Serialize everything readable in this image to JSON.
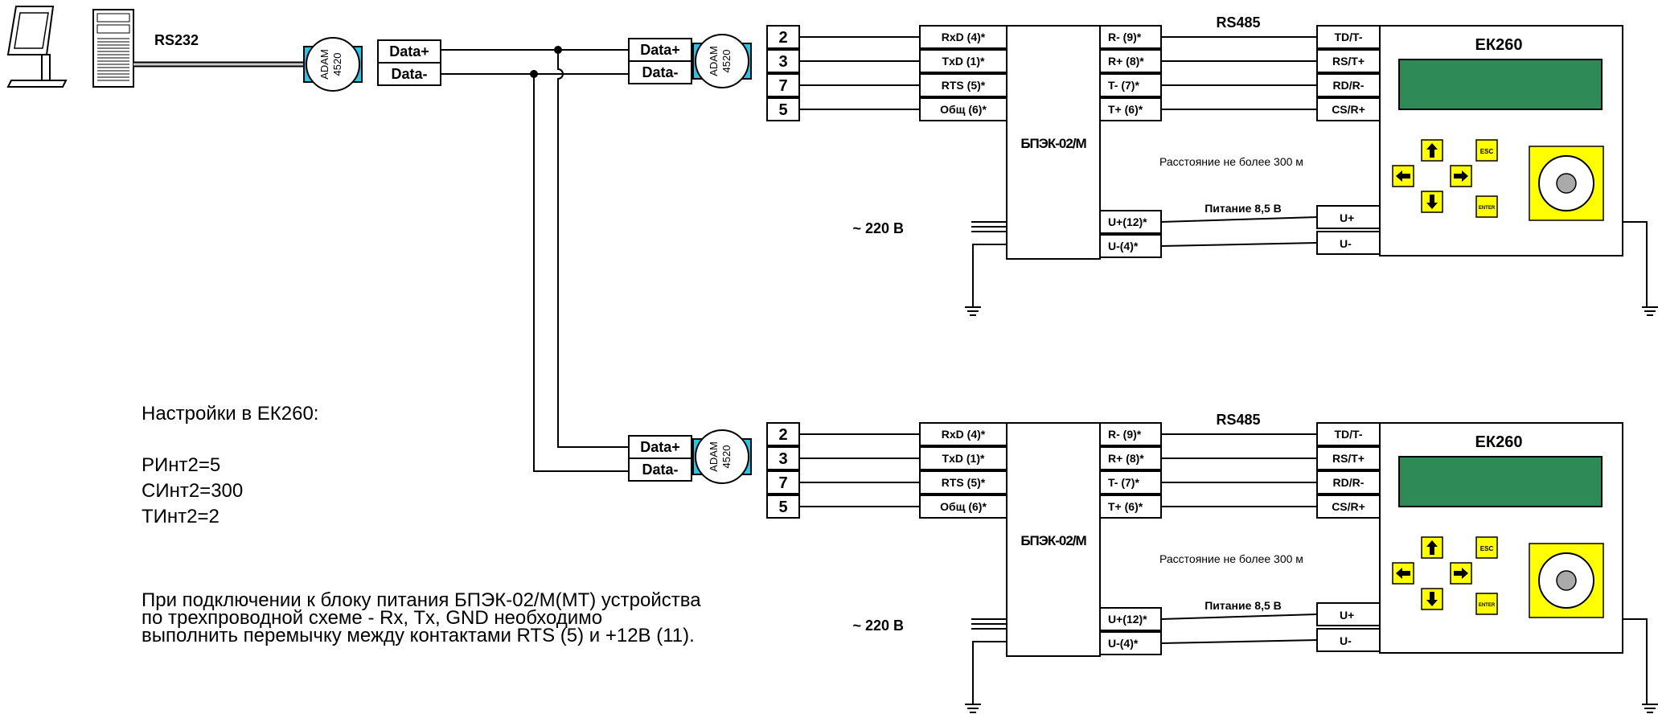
{
  "pc": {
    "label": "RS232"
  },
  "adam": {
    "line1": "ADAM",
    "line2": "4520",
    "data_plus": "Data+",
    "data_minus": "Data-"
  },
  "terminals": [
    "2",
    "3",
    "7",
    "5"
  ],
  "bpek": {
    "name": "БПЭК-02/М",
    "left_pins": [
      "RxD (4)*",
      "TxD (1)*",
      "RTS (5)*",
      "Общ (6)*"
    ],
    "right_pins": [
      "R- (9)*",
      "R+ (8)*",
      "T- (7)*",
      "T+ (6)*"
    ],
    "power_pins": [
      "U+(12)*",
      "U-(4)*"
    ],
    "supply": "~ 220 В"
  },
  "link": {
    "bus": "RS485",
    "distance": "Расстояние не более 300 м",
    "power": "Питание 8,5 В"
  },
  "ek260": {
    "name": "ЕК260",
    "pins": [
      "TD/T-",
      "RS/T+",
      "RD/R-",
      "CS/R+"
    ],
    "power_pins": [
      "U+",
      "U-"
    ],
    "key_esc": "ESC",
    "key_enter": "ENTER"
  },
  "colors": {
    "adam": "#29c4e8",
    "display": "#2e8b57",
    "keys": "#ffff00"
  },
  "notes": {
    "settings_title": "Настройки в ЕК260:",
    "settings": [
      "РИнт2=5",
      "СИнт2=300",
      "ТИнт2=2"
    ],
    "jumper": [
      "При подключении к блоку питания БПЭК-02/М(МТ) устройства",
      "по трехпроводной схеме - Rx, Tx, GND необходимо",
      "выполнить перемычку между контактами RTS (5) и +12В (11)."
    ]
  }
}
